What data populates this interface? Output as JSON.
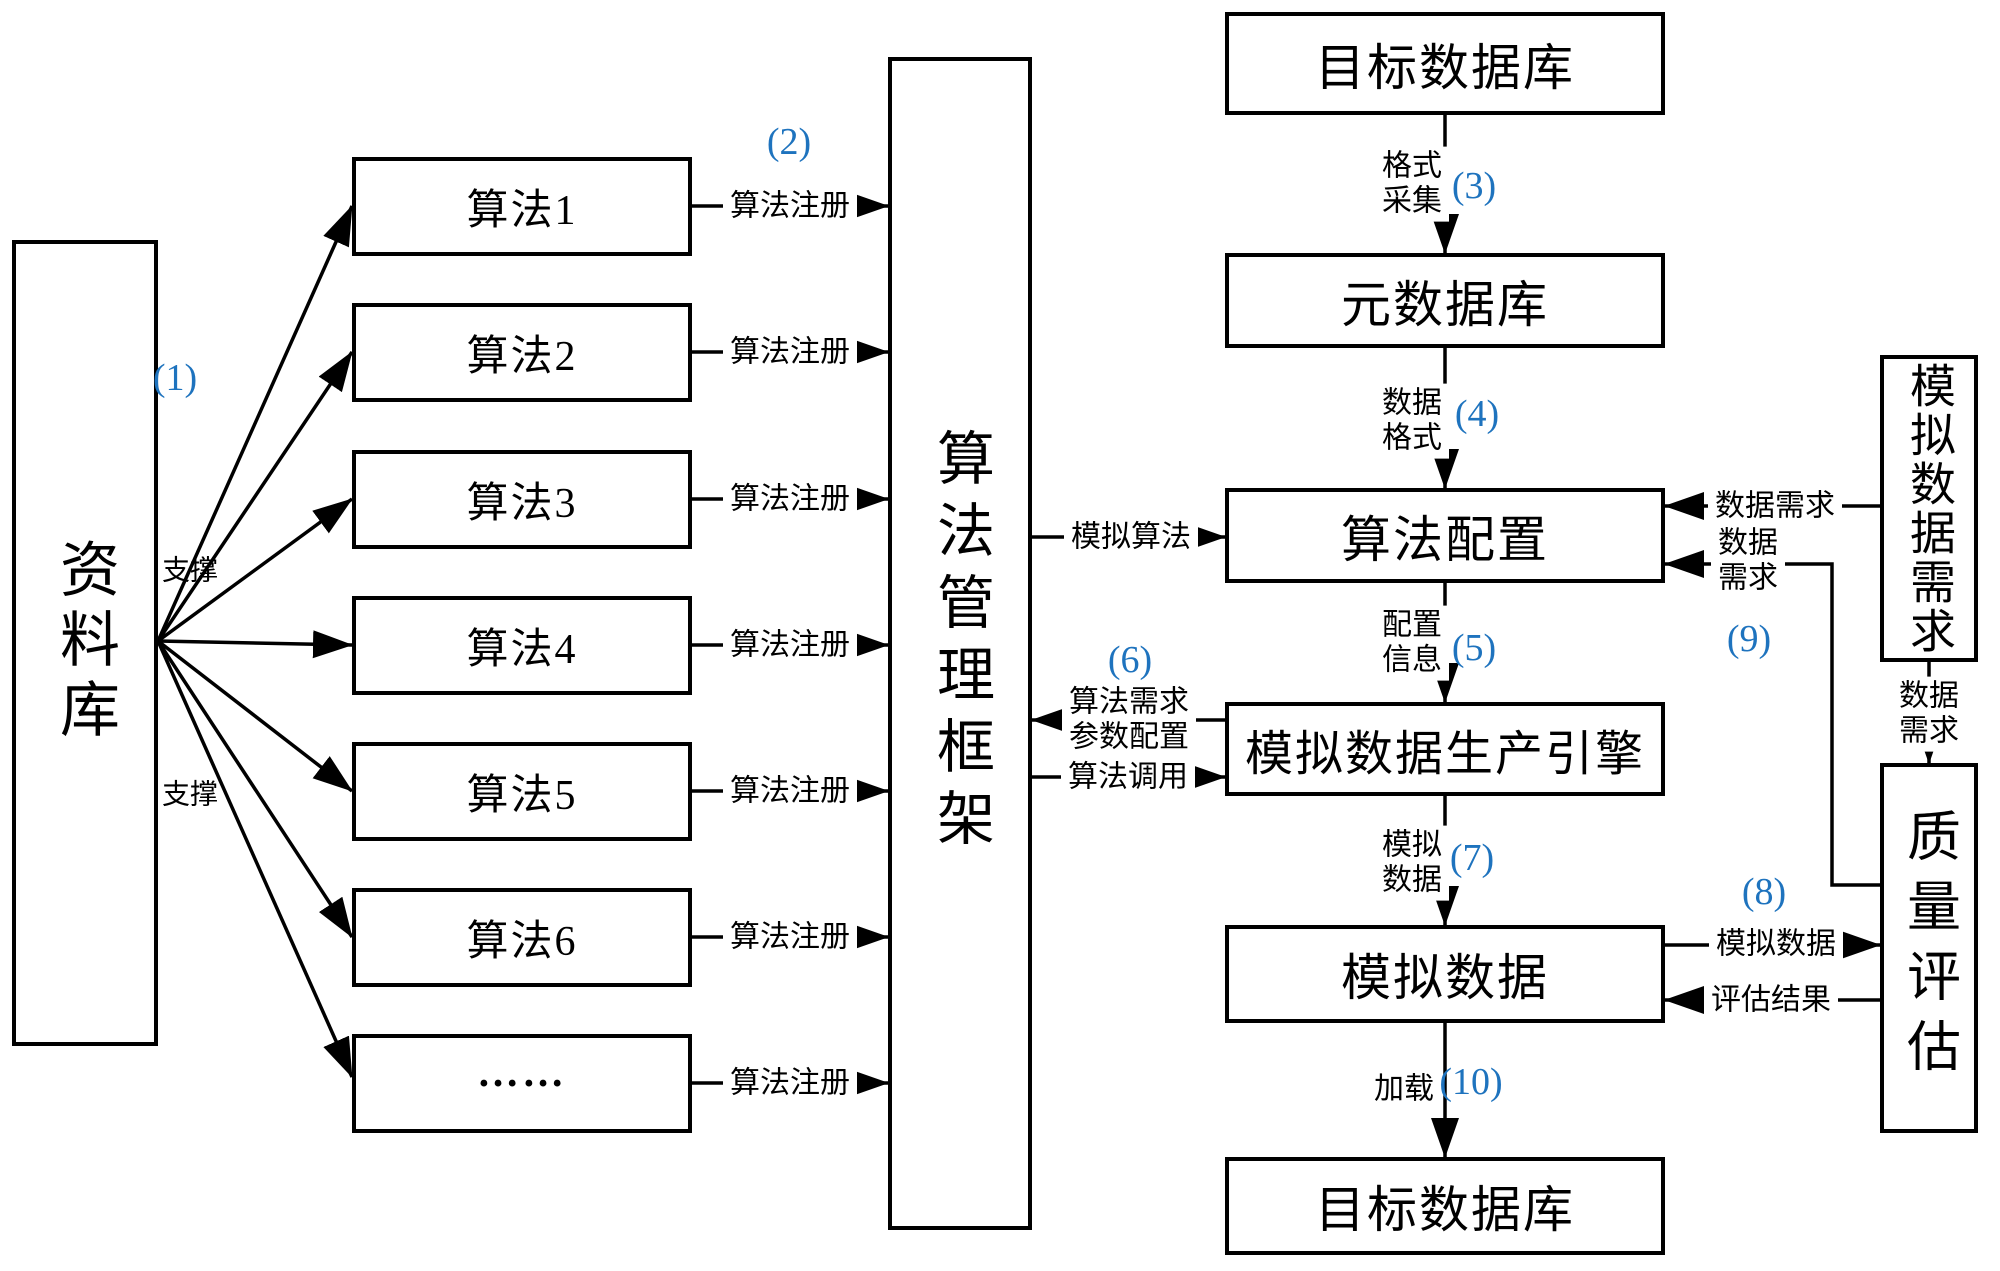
{
  "colors": {
    "step_blue": "#1e73be",
    "line_black": "#000000"
  },
  "repository": {
    "label": "资料库",
    "support_upper": "支撑",
    "support_lower": "支撑"
  },
  "steps": {
    "s1": "(1)",
    "s2": "(2)",
    "s3": "(3)",
    "s4": "(4)",
    "s5": "(5)",
    "s6": "(6)",
    "s7": "(7)",
    "s8": "(8)",
    "s9": "(9)",
    "s10": "(10)"
  },
  "algorithms": [
    {
      "label": "算法1",
      "edge_label": "算法注册"
    },
    {
      "label": "算法2",
      "edge_label": "算法注册"
    },
    {
      "label": "算法3",
      "edge_label": "算法注册"
    },
    {
      "label": "算法4",
      "edge_label": "算法注册"
    },
    {
      "label": "算法5",
      "edge_label": "算法注册"
    },
    {
      "label": "算法6",
      "edge_label": "算法注册"
    },
    {
      "label": "……",
      "edge_label": "算法注册"
    }
  ],
  "framework": {
    "label": "算法管理框架"
  },
  "pipeline": {
    "target_db_top": "目标数据库",
    "metadata_db": "元数据库",
    "algorithm_config": "算法配置",
    "production_engine": "模拟数据生产引擎",
    "simulation_data": "模拟数据",
    "target_db_bottom": "目标数据库"
  },
  "right_column": {
    "sim_data_requirement": "模拟数据需求",
    "quality_evaluation": "质量评估"
  },
  "edges": {
    "format_collection": [
      "格式",
      "采集"
    ],
    "data_format": [
      "数据",
      "格式"
    ],
    "config_info": [
      "配置",
      "信息"
    ],
    "sim_data_flow": [
      "模拟",
      "数据"
    ],
    "load": "加载",
    "sim_algorithm": "模拟算法",
    "algo_requirement": [
      "算法需求",
      "参数配置"
    ],
    "algo_call": "算法调用",
    "data_requirement_top": "数据需求",
    "data_requirement_cfg": [
      "数据",
      "需求"
    ],
    "data_requirement_down": [
      "数据",
      "需求"
    ],
    "sim_data_out": "模拟数据",
    "eval_result": "评估结果"
  }
}
